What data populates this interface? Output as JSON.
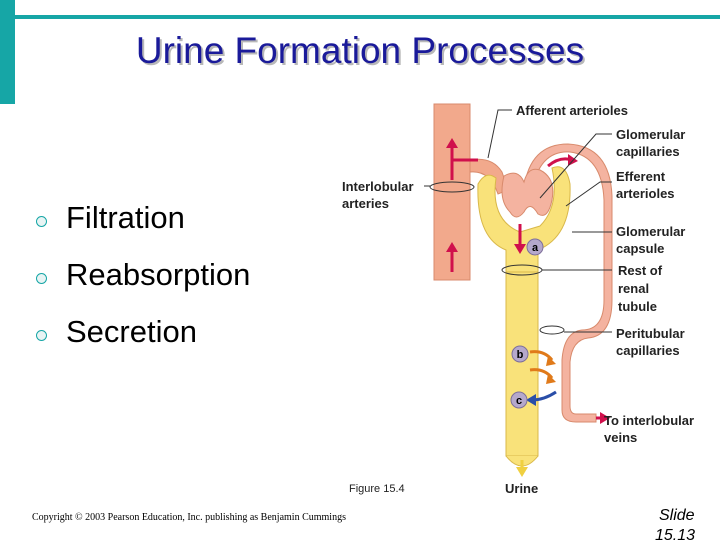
{
  "slide": {
    "title": "Urine Formation Processes",
    "bullets": [
      "Filtration",
      "Reabsorption",
      "Secretion"
    ],
    "copyright": "Copyright © 2003 Pearson Education, Inc. publishing as Benjamin Cummings",
    "slide_label": "Slide",
    "slide_number": "15.13"
  },
  "diagram": {
    "labels": {
      "afferent": "Afferent arterioles",
      "glomerular_cap_1": "Glomerular",
      "glomerular_cap_2": "capillaries",
      "efferent_1": "Efferent",
      "efferent_2": "arterioles",
      "interlobular_1": "Interlobular",
      "interlobular_2": "arteries",
      "capsule_1": "Glomerular",
      "capsule_2": "capsule",
      "rest_1": "Rest of",
      "rest_2": "renal",
      "rest_3": "tubule",
      "peritubular_1": "Peritubular",
      "peritubular_2": "capillaries",
      "veins_1": "To interlobular",
      "veins_2": "veins",
      "urine": "Urine"
    },
    "markers": {
      "a": "a",
      "b": "b",
      "c": "c"
    },
    "figure_caption": "Figure 15.4"
  },
  "colors": {
    "accent": "#16a6a6",
    "title": "#1a1a9a",
    "artery": "#f2a98c",
    "capillary": "#f4b3a0",
    "tubule": "#f9e27a",
    "arrow_red": "#d0104c",
    "arrow_orange": "#e07a1a",
    "arrow_blue": "#2a4ea8",
    "marker": "#b5a8cc"
  }
}
